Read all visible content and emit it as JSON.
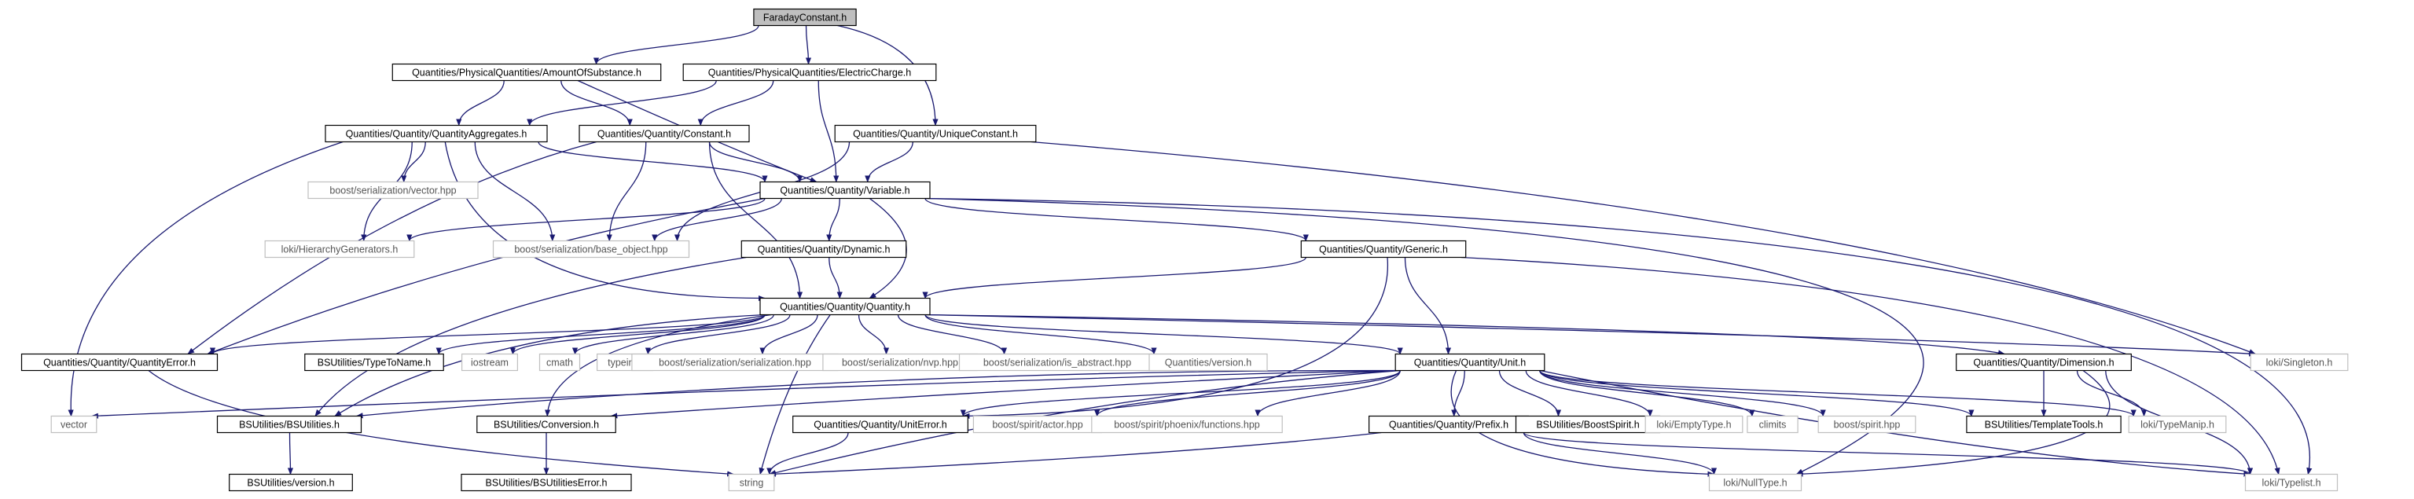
{
  "colors": {
    "edge": "#191970",
    "root_fill": "#bfbfbf",
    "node_border": "#000000",
    "external_border": "#bfbfbf"
  },
  "nodes": [
    {
      "id": "faraday",
      "label": "FaradayConstant.h",
      "kind": "root"
    },
    {
      "id": "amount",
      "label": "Quantities/PhysicalQuantities/AmountOfSubstance.h",
      "kind": "strong"
    },
    {
      "id": "echarge",
      "label": "Quantities/PhysicalQuantities/ElectricCharge.h",
      "kind": "strong"
    },
    {
      "id": "aggregates",
      "label": "Quantities/Quantity/QuantityAggregates.h",
      "kind": "strong"
    },
    {
      "id": "constant",
      "label": "Quantities/Quantity/Constant.h",
      "kind": "strong"
    },
    {
      "id": "uniqueconst",
      "label": "Quantities/Quantity/UniqueConstant.h",
      "kind": "strong"
    },
    {
      "id": "variable",
      "label": "Quantities/Quantity/Variable.h",
      "kind": "strong"
    },
    {
      "id": "serialvector",
      "label": "boost/serialization/vector.hpp",
      "kind": "weak"
    },
    {
      "id": "hiergen",
      "label": "loki/HierarchyGenerators.h",
      "kind": "weak"
    },
    {
      "id": "baseobject",
      "label": "boost/serialization/base_object.hpp",
      "kind": "weak"
    },
    {
      "id": "dynamic",
      "label": "Quantities/Quantity/Dynamic.h",
      "kind": "strong"
    },
    {
      "id": "generic",
      "label": "Quantities/Quantity/Generic.h",
      "kind": "strong"
    },
    {
      "id": "quantity",
      "label": "Quantities/Quantity/Quantity.h",
      "kind": "strong"
    },
    {
      "id": "qerror",
      "label": "Quantities/Quantity/QuantityError.h",
      "kind": "strong"
    },
    {
      "id": "typetoname",
      "label": "BSUtilities/TypeToName.h",
      "kind": "strong"
    },
    {
      "id": "iostream",
      "label": "iostream",
      "kind": "weak"
    },
    {
      "id": "cmath",
      "label": "cmath",
      "kind": "weak"
    },
    {
      "id": "typeinfo",
      "label": "typeinfo",
      "kind": "weak"
    },
    {
      "id": "serialization",
      "label": "boost/serialization/serialization.hpp",
      "kind": "weak"
    },
    {
      "id": "nvp",
      "label": "boost/serialization/nvp.hpp",
      "kind": "weak"
    },
    {
      "id": "isabstract",
      "label": "boost/serialization/is_abstract.hpp",
      "kind": "weak"
    },
    {
      "id": "qversion",
      "label": "Quantities/version.h",
      "kind": "weak"
    },
    {
      "id": "unit",
      "label": "Quantities/Quantity/Unit.h",
      "kind": "strong"
    },
    {
      "id": "dimension",
      "label": "Quantities/Quantity/Dimension.h",
      "kind": "strong"
    },
    {
      "id": "singleton",
      "label": "loki/Singleton.h",
      "kind": "weak"
    },
    {
      "id": "vector",
      "label": "vector",
      "kind": "weak"
    },
    {
      "id": "bsutilities",
      "label": "BSUtilities/BSUtilities.h",
      "kind": "strong"
    },
    {
      "id": "conversion",
      "label": "BSUtilities/Conversion.h",
      "kind": "strong"
    },
    {
      "id": "uniterror",
      "label": "Quantities/Quantity/UnitError.h",
      "kind": "strong"
    },
    {
      "id": "actor",
      "label": "boost/spirit/actor.hpp",
      "kind": "weak"
    },
    {
      "id": "phoenix",
      "label": "boost/spirit/phoenix/functions.hpp",
      "kind": "weak"
    },
    {
      "id": "prefix",
      "label": "Quantities/Quantity/Prefix.h",
      "kind": "strong"
    },
    {
      "id": "boostspirit",
      "label": "BSUtilities/BoostSpirit.h",
      "kind": "strong"
    },
    {
      "id": "emptytype",
      "label": "loki/EmptyType.h",
      "kind": "weak"
    },
    {
      "id": "climits",
      "label": "climits",
      "kind": "weak"
    },
    {
      "id": "spirithpp",
      "label": "boost/spirit.hpp",
      "kind": "weak"
    },
    {
      "id": "templatetools",
      "label": "BSUtilities/TemplateTools.h",
      "kind": "strong"
    },
    {
      "id": "typemanip",
      "label": "loki/TypeManip.h",
      "kind": "weak"
    },
    {
      "id": "bsversion",
      "label": "BSUtilities/version.h",
      "kind": "strong"
    },
    {
      "id": "bserror",
      "label": "BSUtilities/BSUtilitiesError.h",
      "kind": "strong"
    },
    {
      "id": "string",
      "label": "string",
      "kind": "weak"
    },
    {
      "id": "nulltype",
      "label": "loki/NullType.h",
      "kind": "weak"
    },
    {
      "id": "typelist",
      "label": "loki/Typelist.h",
      "kind": "weak"
    }
  ]
}
